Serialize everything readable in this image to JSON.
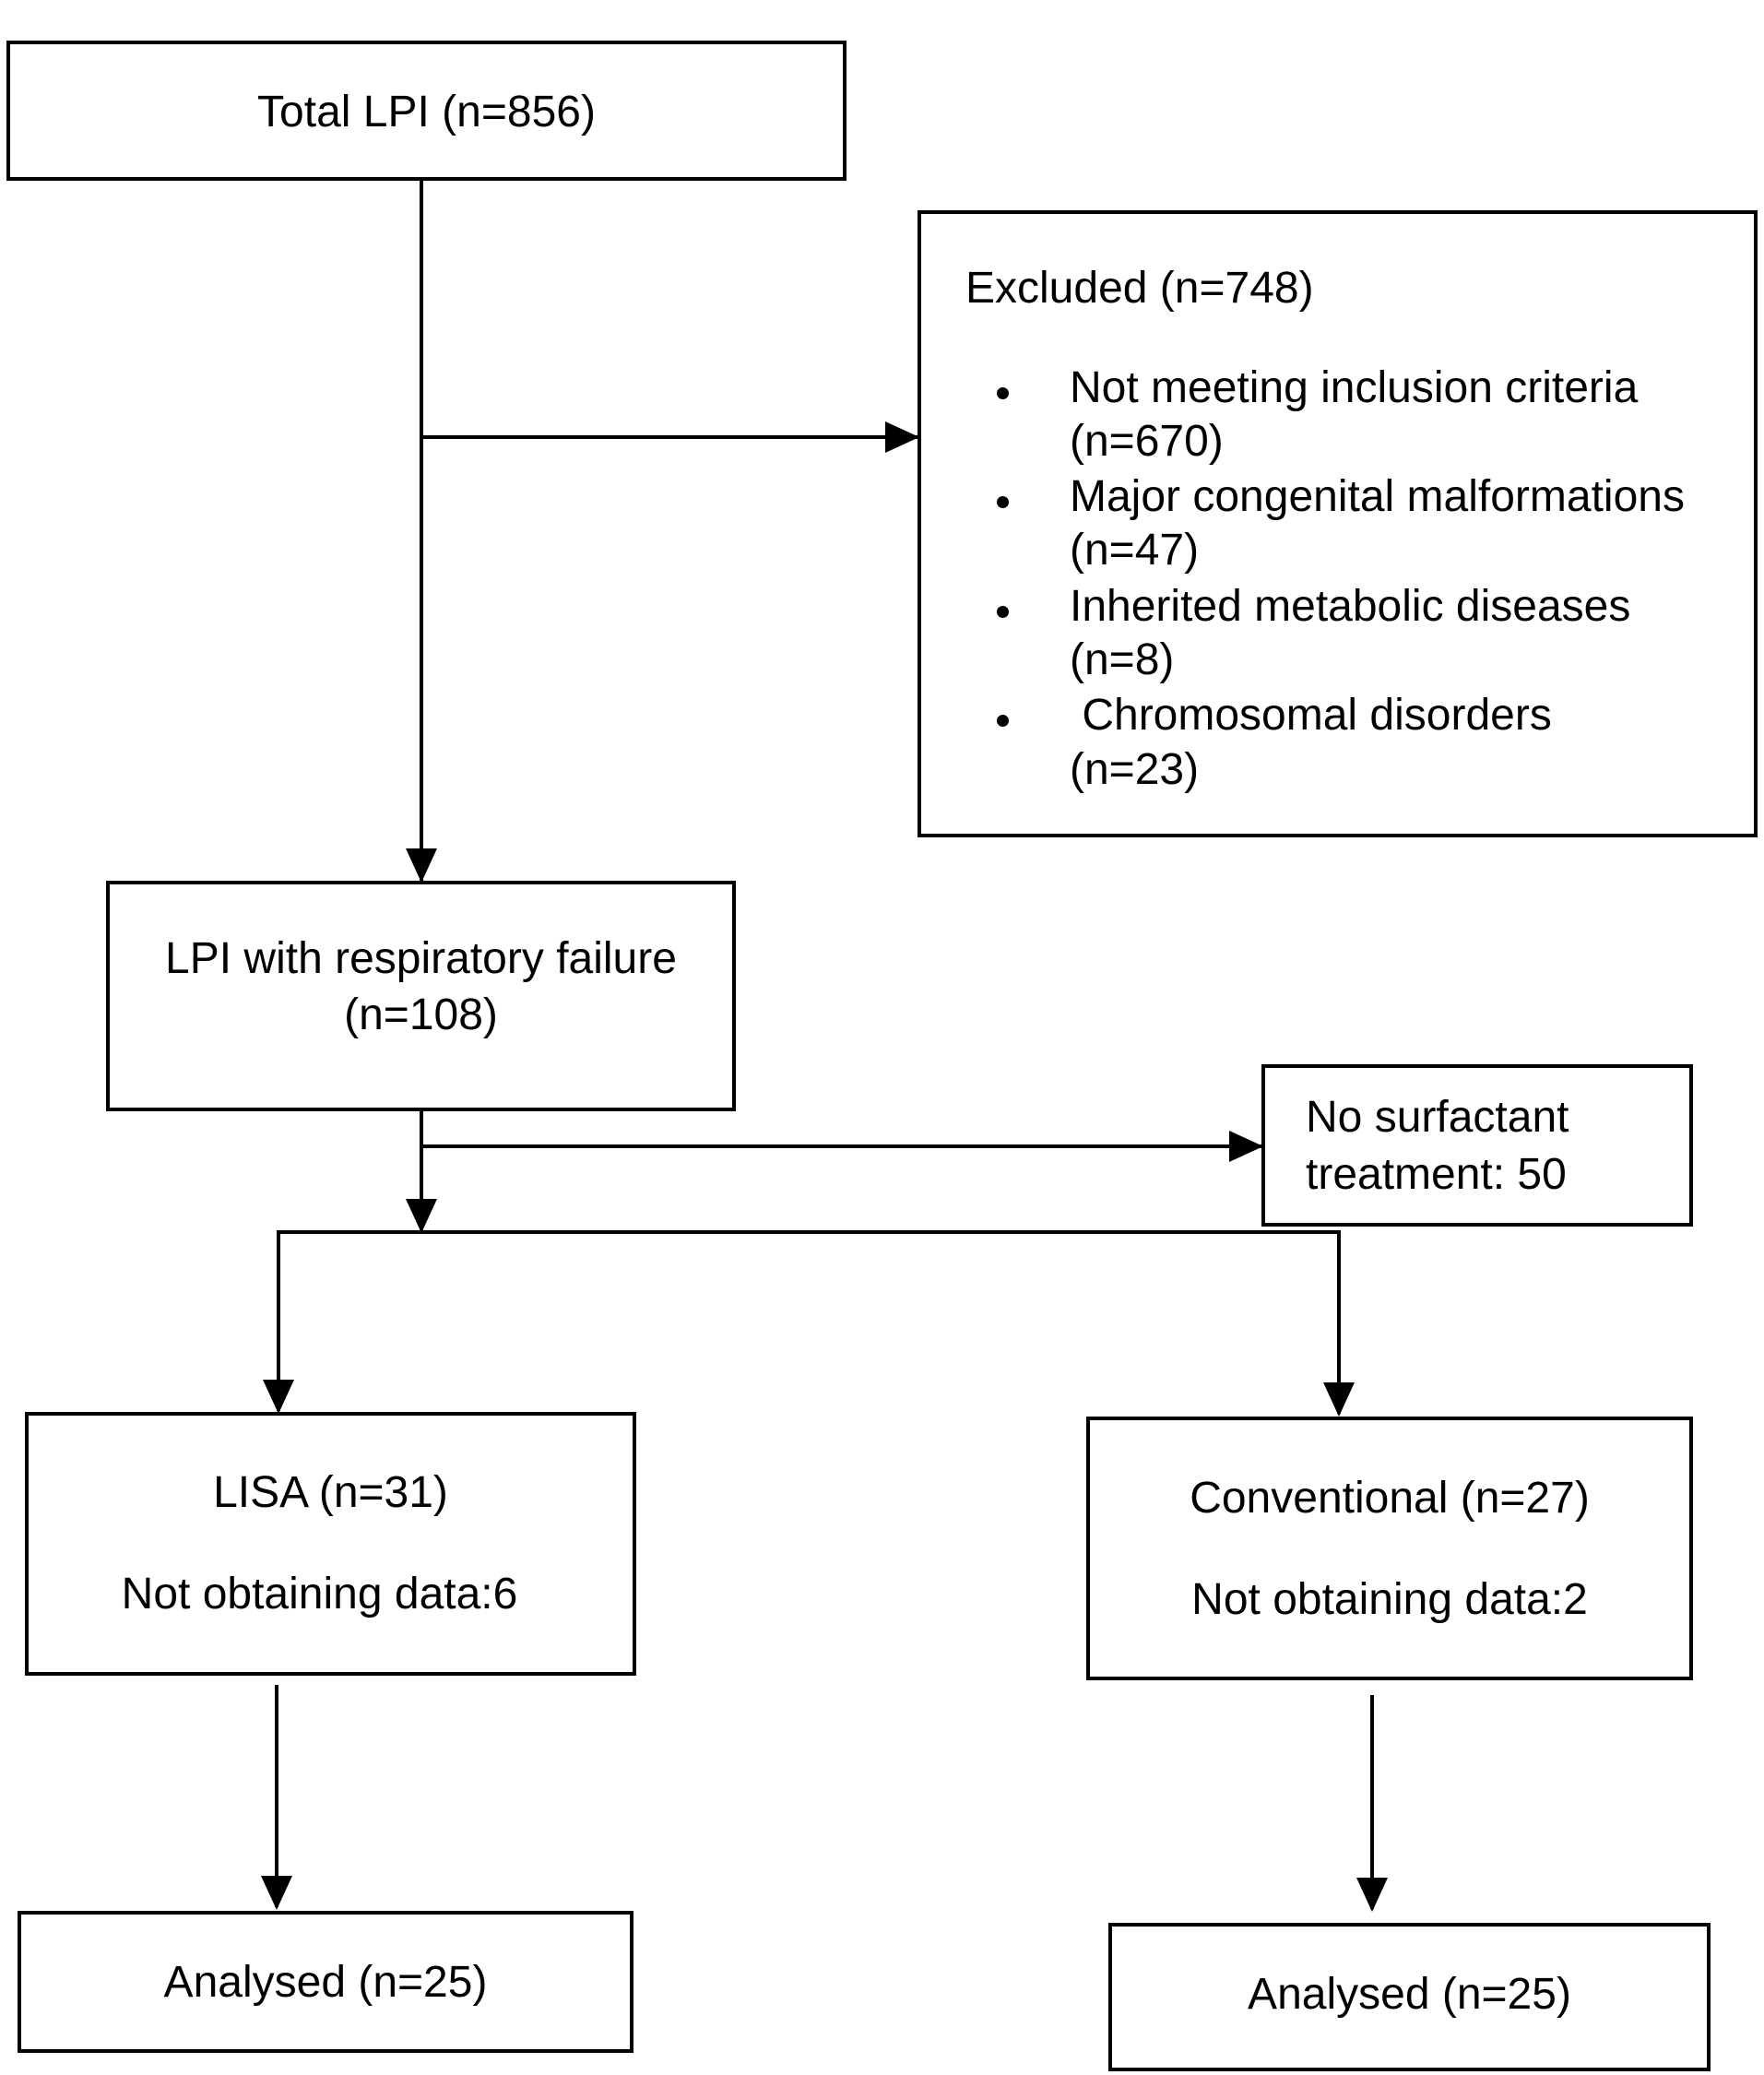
{
  "total": {
    "text": "Total LPI (n=856)"
  },
  "excluded": {
    "title": "Excluded (n=748)",
    "items": [
      {
        "line1": "Not meeting inclusion criteria",
        "line2": "(n=670)"
      },
      {
        "line1": "Major congenital malformations",
        "line2": "(n=47)"
      },
      {
        "line1": "Inherited metabolic diseases",
        "line2": "(n=8)"
      },
      {
        "line1": " Chromosomal disorders",
        "line2": "(n=23)"
      }
    ]
  },
  "respiratory": {
    "line1": "LPI with respiratory failure",
    "line2": "(n=108)"
  },
  "no_surfactant": {
    "line1": "No surfactant",
    "line2": "treatment: 50"
  },
  "lisa": {
    "title": "LISA (n=31)",
    "missing": "Not obtaining data:6"
  },
  "conventional": {
    "title": "Conventional (n=27)",
    "missing": "Not obtaining data:2"
  },
  "analysed_lisa": {
    "text": "Analysed (n=25)"
  },
  "analysed_conventional": {
    "text": "Analysed (n=25)"
  }
}
